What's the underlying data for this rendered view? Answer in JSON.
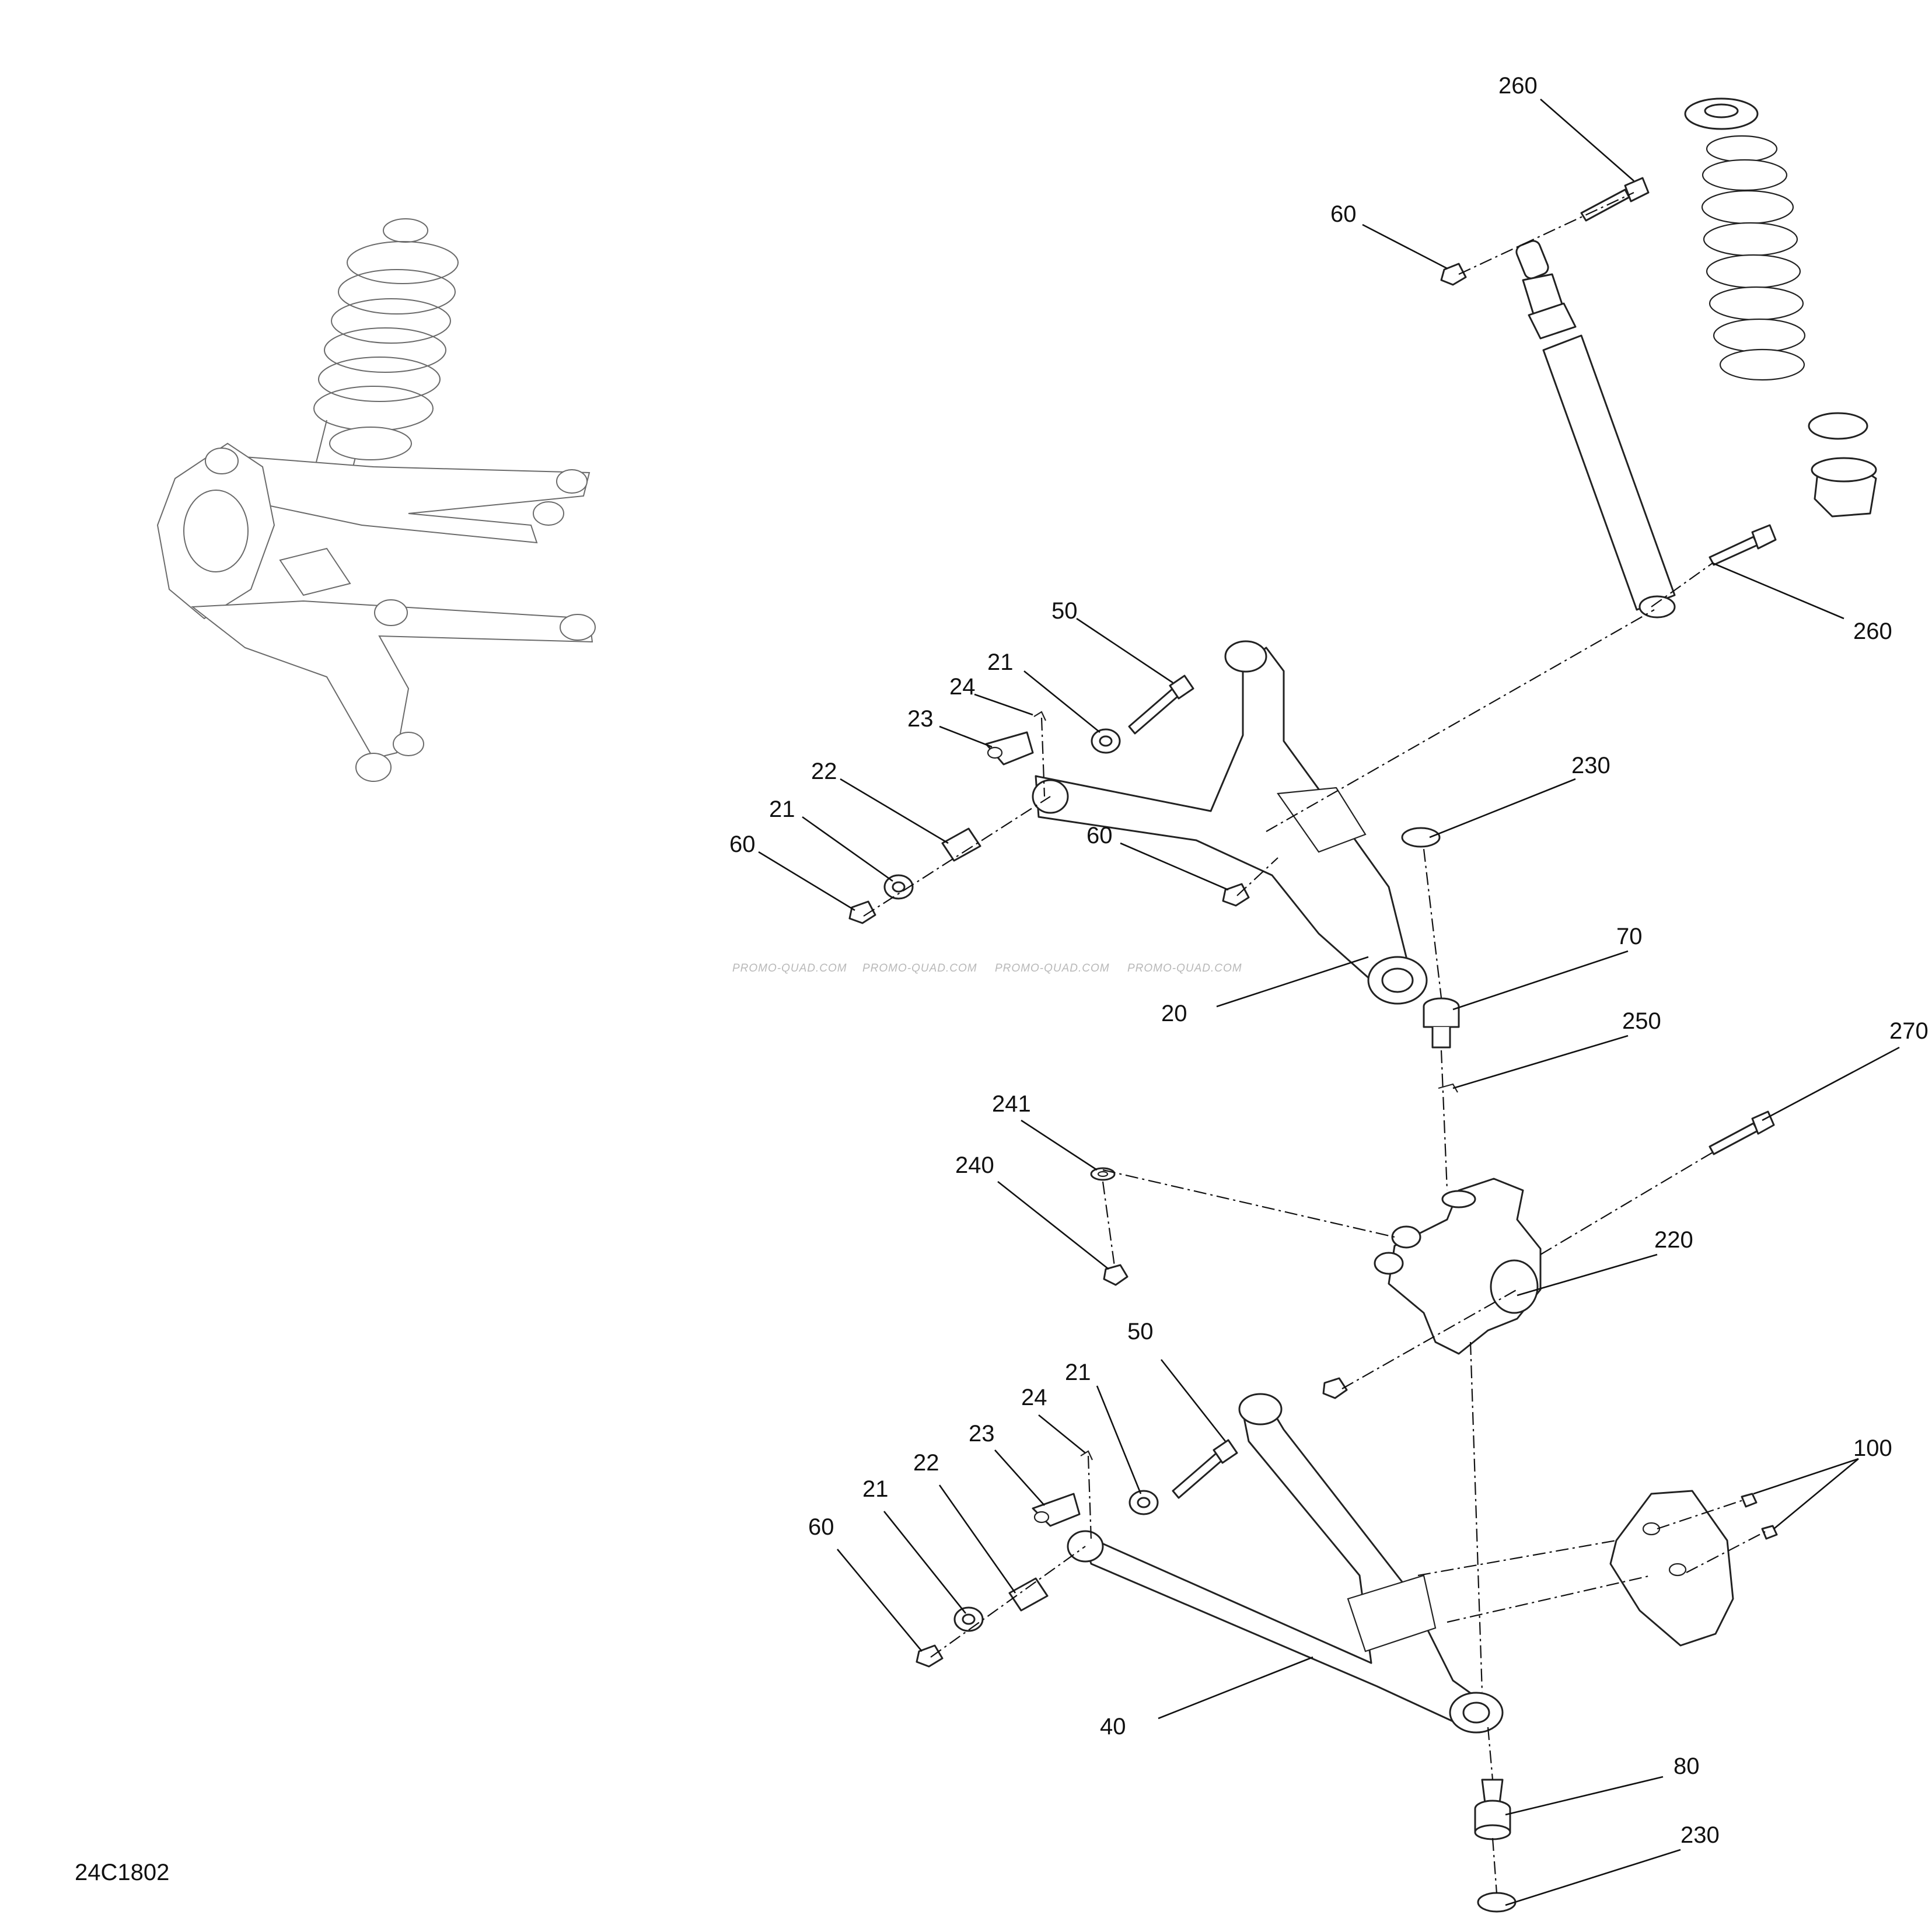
{
  "diagram": {
    "reference_code": "24C1802",
    "watermark": "PROMO-QUAD.COM",
    "callouts": [
      {
        "key": "260a",
        "label": "260"
      },
      {
        "key": "60a",
        "label": "60"
      },
      {
        "key": "260b",
        "label": "260"
      },
      {
        "key": "50a",
        "label": "50"
      },
      {
        "key": "21a",
        "label": "21"
      },
      {
        "key": "24a",
        "label": "24"
      },
      {
        "key": "23a",
        "label": "23"
      },
      {
        "key": "22a",
        "label": "22"
      },
      {
        "key": "21b",
        "label": "21"
      },
      {
        "key": "60b",
        "label": "60"
      },
      {
        "key": "60c",
        "label": "60"
      },
      {
        "key": "230a",
        "label": "230"
      },
      {
        "key": "20",
        "label": "20"
      },
      {
        "key": "70",
        "label": "70"
      },
      {
        "key": "250",
        "label": "250"
      },
      {
        "key": "270",
        "label": "270"
      },
      {
        "key": "241",
        "label": "241"
      },
      {
        "key": "240",
        "label": "240"
      },
      {
        "key": "220",
        "label": "220"
      },
      {
        "key": "50b",
        "label": "50"
      },
      {
        "key": "21c",
        "label": "21"
      },
      {
        "key": "24b",
        "label": "24"
      },
      {
        "key": "23b",
        "label": "23"
      },
      {
        "key": "22b",
        "label": "22"
      },
      {
        "key": "21d",
        "label": "21"
      },
      {
        "key": "60d",
        "label": "60"
      },
      {
        "key": "100",
        "label": "100"
      },
      {
        "key": "40",
        "label": "40"
      },
      {
        "key": "80",
        "label": "80"
      },
      {
        "key": "230b",
        "label": "230"
      }
    ]
  }
}
